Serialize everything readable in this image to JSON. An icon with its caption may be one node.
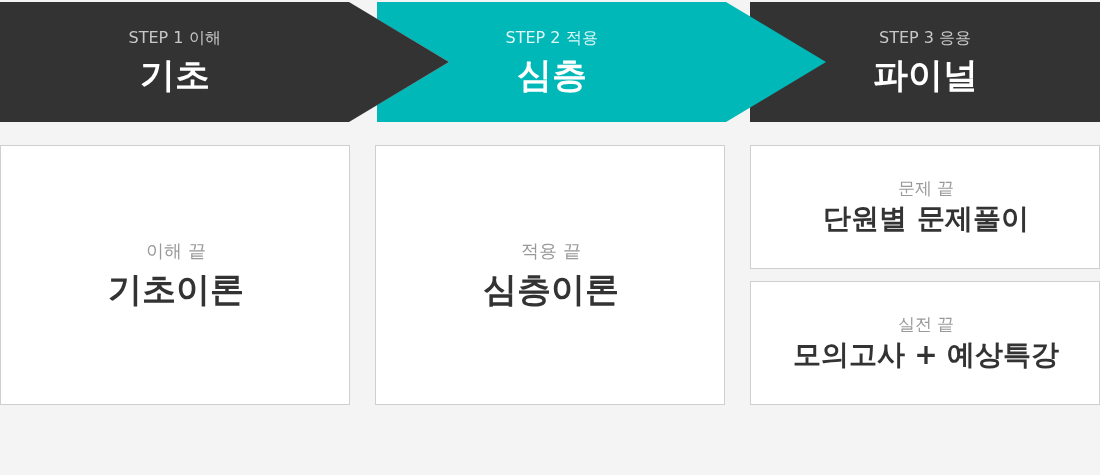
{
  "diagram": {
    "nodes": [
      {
        "text": [
          "STEP 1 이해",
          "기초"
        ]
      },
      {
        "text": [
          "STEP 2 적용",
          "심층"
        ]
      },
      {
        "text": [
          "STEP 3 응용",
          "파이널"
        ]
      },
      {
        "text": [
          "이해 끝",
          "기초이론"
        ]
      },
      {
        "text": [
          "적용 끝",
          "심층이론"
        ]
      },
      {
        "text": [
          "문제 끝",
          "단원별 문제풀이"
        ]
      },
      {
        "text": [
          "실전 끝",
          "모의고사 + 예상특강"
        ]
      }
    ]
  }
}
